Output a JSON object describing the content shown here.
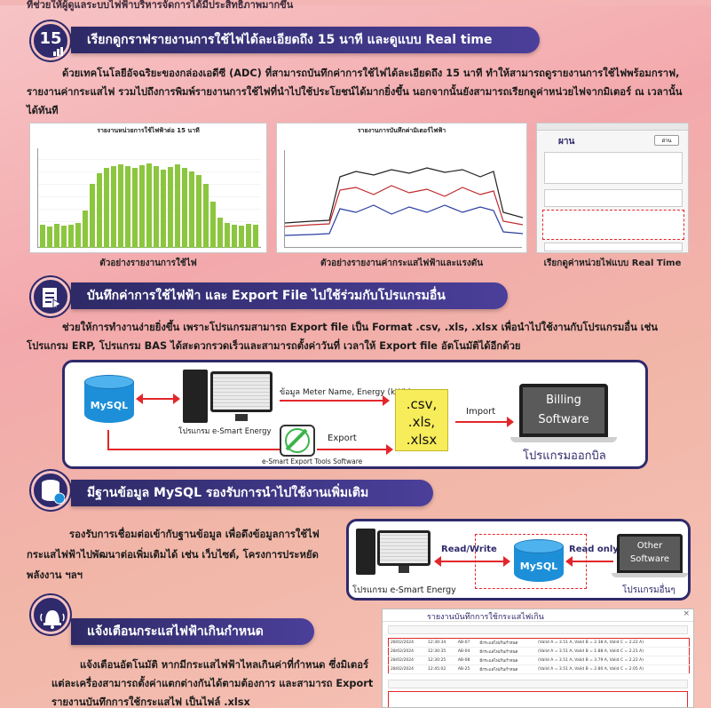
{
  "intro_text": "ที่ช่วยให้ผู้ดูแลระบบไฟฟ้าบริหารจัดการได้มีประสิทธิภาพมากขึ้น",
  "colors": {
    "navy": "#2f2a6b",
    "banner_end": "#4b3f9a",
    "red": "#e3262b",
    "mysql_blue": "#1d8fd8",
    "doc_yellow": "#f7ec5a",
    "bg_pink": "#f3a9ac"
  },
  "section1": {
    "badge_number": "15",
    "icon": "bar-chart-icon",
    "title": "เรียกดูกราฟรายงานการใช้ไฟได้ละเอียดถึง 15 นาที และดูแบบ Real time",
    "paragraph": "ด้วยเทคโนโลยีอัจฉริยะของกล่องเอดีซี (ADC) ที่สามารถบันทึกค่าการใช้ไฟได้ละเอียดถึง 15 นาที ทำให้สามารถดูรายงานการใช้ไฟพร้อมกราฟ, รายงานค่ากระแสไฟ รวมไปถึงการพิมพ์รายงานการใช้ไฟที่นำไปใช้ประโยชน์ได้มากยิ่งขึ้น นอกจากนั้นยังสามารถเรียกดูค่าหน่วยไฟจากมิเตอร์ ณ เวลานั้นได้ทันที",
    "screens": [
      {
        "title": "รายงานหน่วยการใช้ไฟฟ้าต่อ 15 นาที",
        "caption": "ตัวอย่างรายงานการใช้ไฟ"
      },
      {
        "title": "รายงานการบันทึกค่ามิเตอร์ไฟฟ้า",
        "caption": "ตัวอย่างรายงานค่ากระแสไฟฟ้าและแรงดัน"
      },
      {
        "title": "ผาน",
        "caption": "เรียกดูค่าหน่วยไฟแบบ Real Time",
        "read_button": "อ่าน"
      }
    ]
  },
  "section2": {
    "icon": "export-document-icon",
    "title": "บันทึกค่าการใช้ไฟฟ้า และ Export File ไปใช้ร่วมกับโปรแกรมอื่น",
    "paragraph": "ช่วยให้การทำงานง่ายยิ่งขึ้น เพราะโปรแกรมสามารถ Export file เป็น Format .csv, .xls, .xlsx เพื่อนำไปใช้งานกับโปรแกรมอื่น เช่นโปรแกรม ERP, โปรแกรม BAS ได้สะดวกรวดเร็วและสามารถตั้งค่าวันที่ เวลาให้ Export file อัตโนมัติได้อีกด้วย",
    "diagram": {
      "mysql": "MySQL",
      "server_label": "โปรแกรม e-Smart Energy",
      "data_label": "ข้อมูล Meter Name, Energy (kWh)",
      "formats": [
        ".csv,",
        ".xls,",
        ".xlsx"
      ],
      "import_label": "Import",
      "export_label": "Export",
      "export_tool": "e-Smart Export Tools Software",
      "billing": [
        "Billing",
        "Software"
      ],
      "billing_caption": "โปรแกรมออกบิล"
    }
  },
  "section3": {
    "icon": "database-sql-icon",
    "title": "มีฐานข้อมูล MySQL รองรับการนำไปใช้งานเพิ่มเติม",
    "paragraph": "รองรับการเชื่อมต่อเข้ากับฐานข้อมูล เพื่อดึงข้อมูลการใช้ไฟ กระแสไฟฟ้าไปพัฒนาต่อเพิ่มเติมได้ เช่น เว็บไซต์, โครงการประหยัดพลังงาน ฯลฯ",
    "diagram": {
      "server_label": "โปรแกรม e-Smart Energy",
      "read_write": "Read/Write",
      "mysql": "MySQL",
      "read_only": "Read only",
      "other": [
        "Other",
        "Software"
      ],
      "other_caption": "โปรแกรมอื่นๆ"
    }
  },
  "section4": {
    "icon": "alarm-bell-icon",
    "title": "แจ้งเตือนกระแสไฟฟ้าเกินกำหนด",
    "paragraph": "แจ้งเตือนอัตโนมัติ หากมีกระแสไฟฟ้าไหลเกินค่าที่กำหนด ซึ่งมิเตอร์แต่ละเครื่องสามารถตั้งค่าแตกต่างกันได้ตามต้องการ และสามารถ Export รายงานบันทึกการใช้กระแสไฟ เป็นไฟล์ .xlsx",
    "window_title": "รายงานบันทึกการใช้กระแสไฟเกิน",
    "rows": [
      [
        "28/02/2024",
        "12:30:34",
        "AB-07",
        "มีกระแสไฟเกินกำหนด",
        "(Valid A = 3.51 A, Valid B = 2.38 A, Valid C = 2.22 A)"
      ],
      [
        "28/02/2024",
        "12:30:35",
        "AB-04",
        "มีกระแสไฟเกินกำหนด",
        "(Valid A = 3.51 A, Valid B = 1.88 A, Valid C = 2.21 A)"
      ],
      [
        "28/02/2024",
        "12:30:25",
        "AB-08",
        "มีกระแสไฟเกินกำหนด",
        "(Valid A = 3.51 A, Valid B = 3.79 A, Valid C = 2.22 A)"
      ],
      [
        "28/02/2024",
        "12:45:02",
        "AB-25",
        "มีกระแสไฟเกินกำหนด",
        "(Valid A = 3.51 A, Valid B = 2.80 A, Valid C = 2.05 A)"
      ]
    ]
  }
}
